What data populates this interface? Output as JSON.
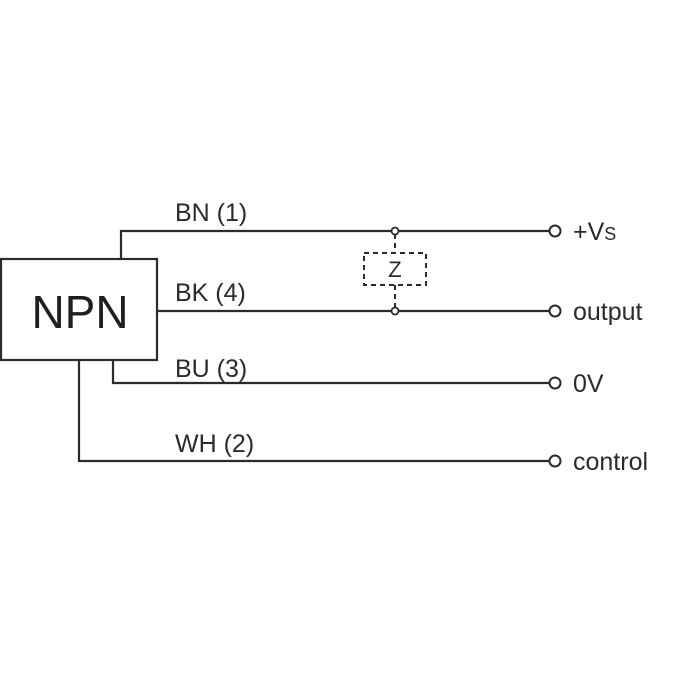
{
  "diagram": {
    "sensor_label": "NPN",
    "load_label": "Z",
    "wires": [
      {
        "name": "BN (1)",
        "terminal": "+Vs"
      },
      {
        "name": "BK (4)",
        "terminal": "output"
      },
      {
        "name": "BU (3)",
        "terminal": "0V"
      },
      {
        "name": "WH (2)",
        "terminal": "control"
      }
    ],
    "terminal_vs": {
      "main": "+V",
      "sub": "S"
    }
  }
}
